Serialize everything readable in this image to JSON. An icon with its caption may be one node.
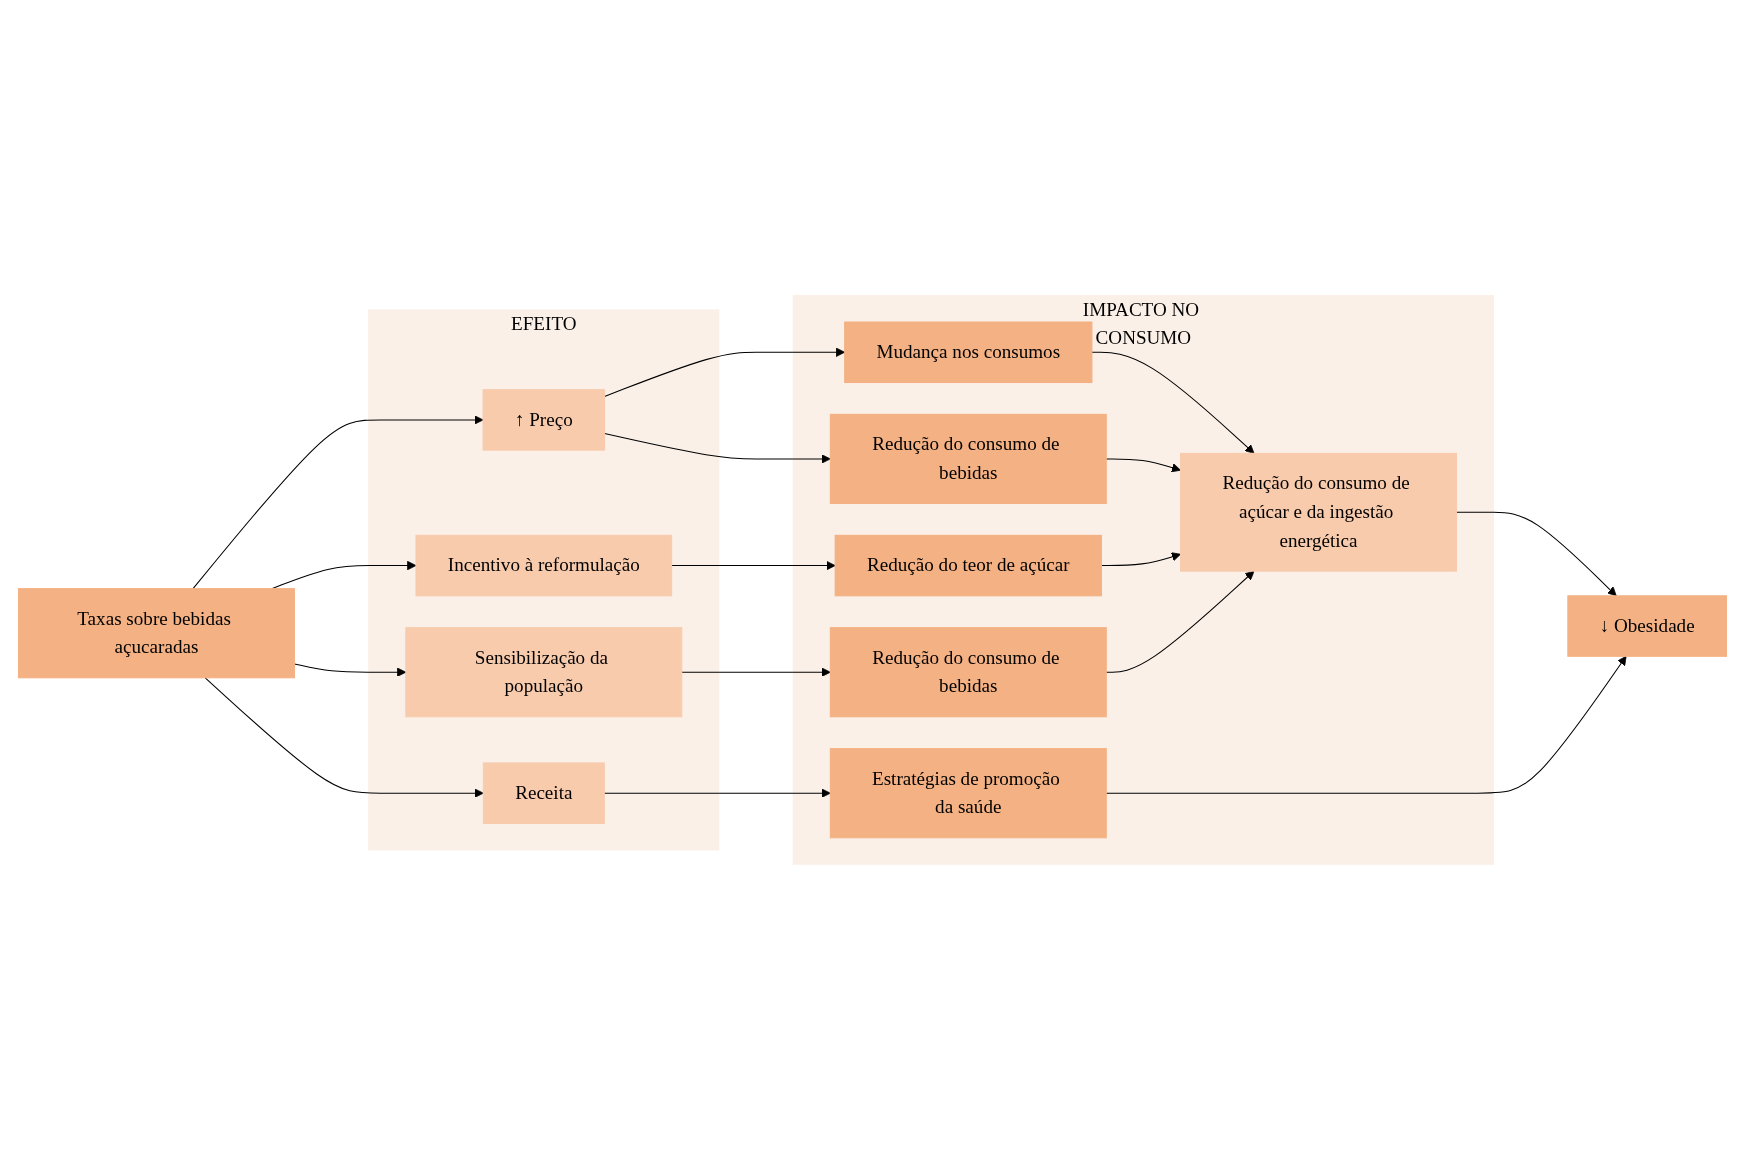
{
  "diagram": {
    "nodes": [
      {
        "text": [
          "Taxas sobre bebidas açucaradas"
        ]
      },
      {
        "text": [
          "EFEITO"
        ]
      },
      {
        "text": [
          "↑ Preço"
        ],
        "in": 1
      },
      {
        "text": [
          "Incentivo à reformulação"
        ],
        "in": 1
      },
      {
        "text": [
          "Sensibilização da população"
        ],
        "in": 1
      },
      {
        "text": [
          "Receita"
        ],
        "in": 1
      },
      {
        "text": [
          "IMPACTO NO CONSUMO"
        ]
      },
      {
        "text": [
          "Mudança nos consumos"
        ],
        "in": 6
      },
      {
        "text": [
          "Redução do consumo de bebidas"
        ],
        "in": 6
      },
      {
        "text": [
          "Redução do teor de açúcar"
        ],
        "in": 6
      },
      {
        "text": [
          "Redução do consumo de bebidas"
        ],
        "in": 6
      },
      {
        "text": [
          "Redução do consumo de açúcar e da ingestão energética"
        ],
        "in": 6
      },
      {
        "text": [
          "Estratégias de promoção da saúde"
        ],
        "in": 6
      },
      {
        "text": [
          "↓ Obesidade"
        ]
      }
    ],
    "edges": [
      {
        "from": 0,
        "to": 2,
        "arrow": "to"
      },
      {
        "from": 0,
        "to": 3,
        "arrow": "to"
      },
      {
        "from": 0,
        "to": 4,
        "arrow": "to"
      },
      {
        "from": 0,
        "to": 5,
        "arrow": "to"
      },
      {
        "from": 2,
        "to": 7,
        "arrow": "to"
      },
      {
        "from": 2,
        "to": 8,
        "arrow": "to"
      },
      {
        "from": 3,
        "to": 9,
        "arrow": "to"
      },
      {
        "from": 4,
        "to": 10,
        "arrow": "to"
      },
      {
        "from": 5,
        "to": 12,
        "arrow": "to"
      },
      {
        "from": 7,
        "to": 11,
        "arrow": "to"
      },
      {
        "from": 8,
        "to": 11,
        "arrow": "to"
      },
      {
        "from": 9,
        "to": 11,
        "arrow": "to"
      },
      {
        "from": 10,
        "to": 11,
        "arrow": "to"
      },
      {
        "from": 11,
        "to": 13,
        "arrow": "to"
      },
      {
        "from": 12,
        "to": 13,
        "arrow": "to"
      }
    ]
  }
}
